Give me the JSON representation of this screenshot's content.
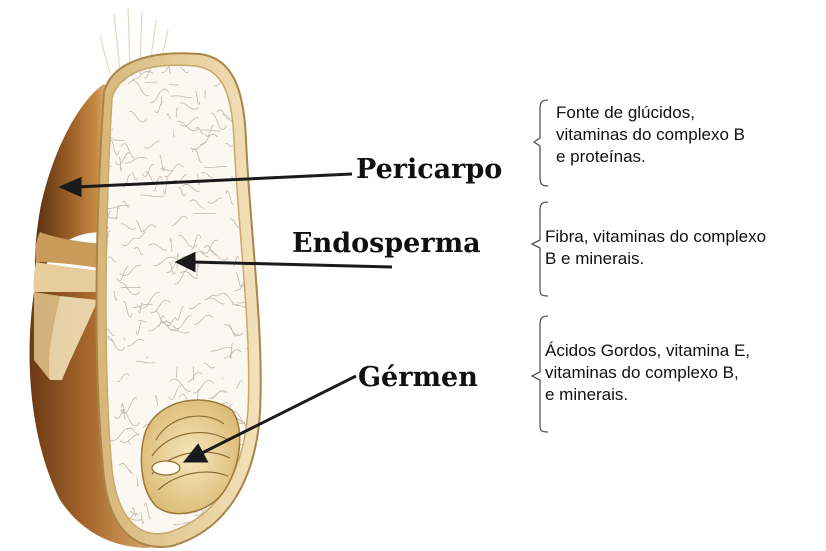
{
  "parts": [
    {
      "id": "pericarpo",
      "label": "Pericarpo"
    },
    {
      "id": "endosperma",
      "label": "Endosperma"
    },
    {
      "id": "germen",
      "label": "Gérmen"
    }
  ],
  "descriptions": [
    {
      "id": "pericarpo",
      "lines": [
        "Fonte de glúcidos,",
        "vitaminas do complexo B",
        "e proteínas."
      ]
    },
    {
      "id": "endosperma",
      "lines": [
        "Fibra, vitaminas do complexo",
        "B e minerais."
      ]
    },
    {
      "id": "germen",
      "lines": [
        "Ácidos Gordos, vitamina E,",
        "vitaminas do complexo B,",
        "e minerais."
      ]
    }
  ],
  "colors": {
    "husk_dark": "#7a4a1e",
    "husk_mid": "#b07636",
    "husk_light": "#e6c38f",
    "endosperm": "#fbf8f2",
    "endosperm_lines": "#b8ad9f",
    "seed_coat": "#e3c88f",
    "germ": "#e7cf90",
    "text": "#111111",
    "bracket": "#555555"
  }
}
